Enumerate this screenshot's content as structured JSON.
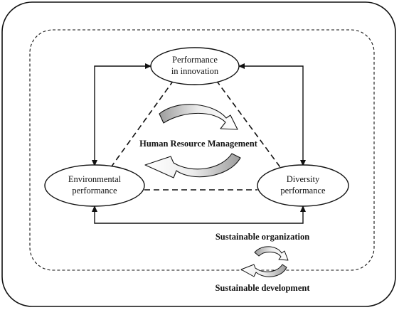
{
  "nodes": {
    "innovation": {
      "line1": "Performance",
      "line2": "in innovation"
    },
    "environmental": {
      "line1": "Environmental",
      "line2": "performance"
    },
    "diversity": {
      "line1": "Diversity",
      "line2": "performance"
    }
  },
  "center_label": "Human Resource Management",
  "bottom": {
    "organization": "Sustainable organization",
    "development": "Sustainable development"
  }
}
